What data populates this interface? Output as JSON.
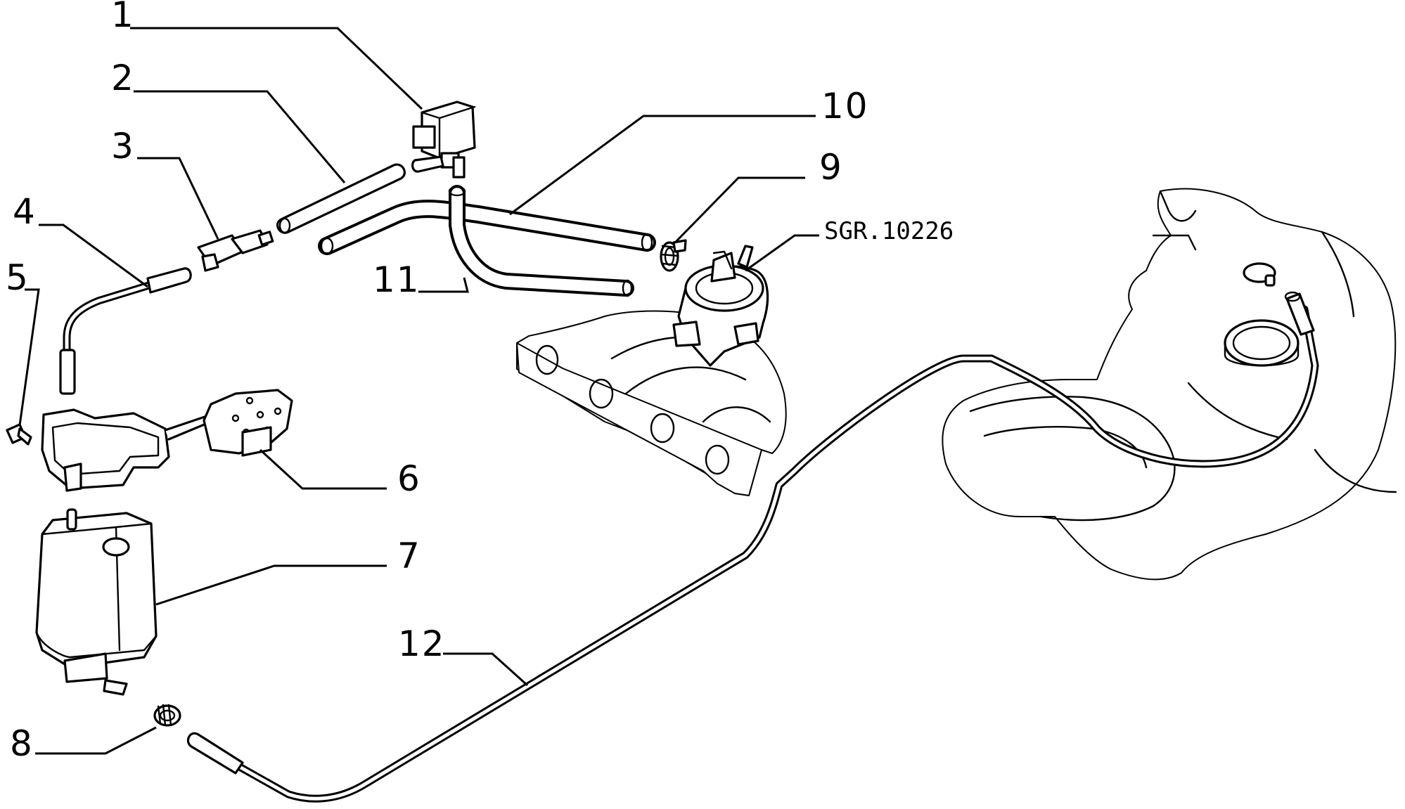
{
  "diagram": {
    "reference_code": "SGR.10226",
    "callouts": [
      {
        "id": "callout-1",
        "text": "1"
      },
      {
        "id": "callout-2",
        "text": "2"
      },
      {
        "id": "callout-3",
        "text": "3"
      },
      {
        "id": "callout-4",
        "text": "4"
      },
      {
        "id": "callout-5",
        "text": "5"
      },
      {
        "id": "callout-6",
        "text": "6"
      },
      {
        "id": "callout-7",
        "text": "7"
      },
      {
        "id": "callout-8",
        "text": "8"
      },
      {
        "id": "callout-9",
        "text": "9"
      },
      {
        "id": "callout-10",
        "text": "10"
      },
      {
        "id": "callout-11",
        "text": "11"
      },
      {
        "id": "callout-12",
        "text": "12"
      }
    ]
  }
}
